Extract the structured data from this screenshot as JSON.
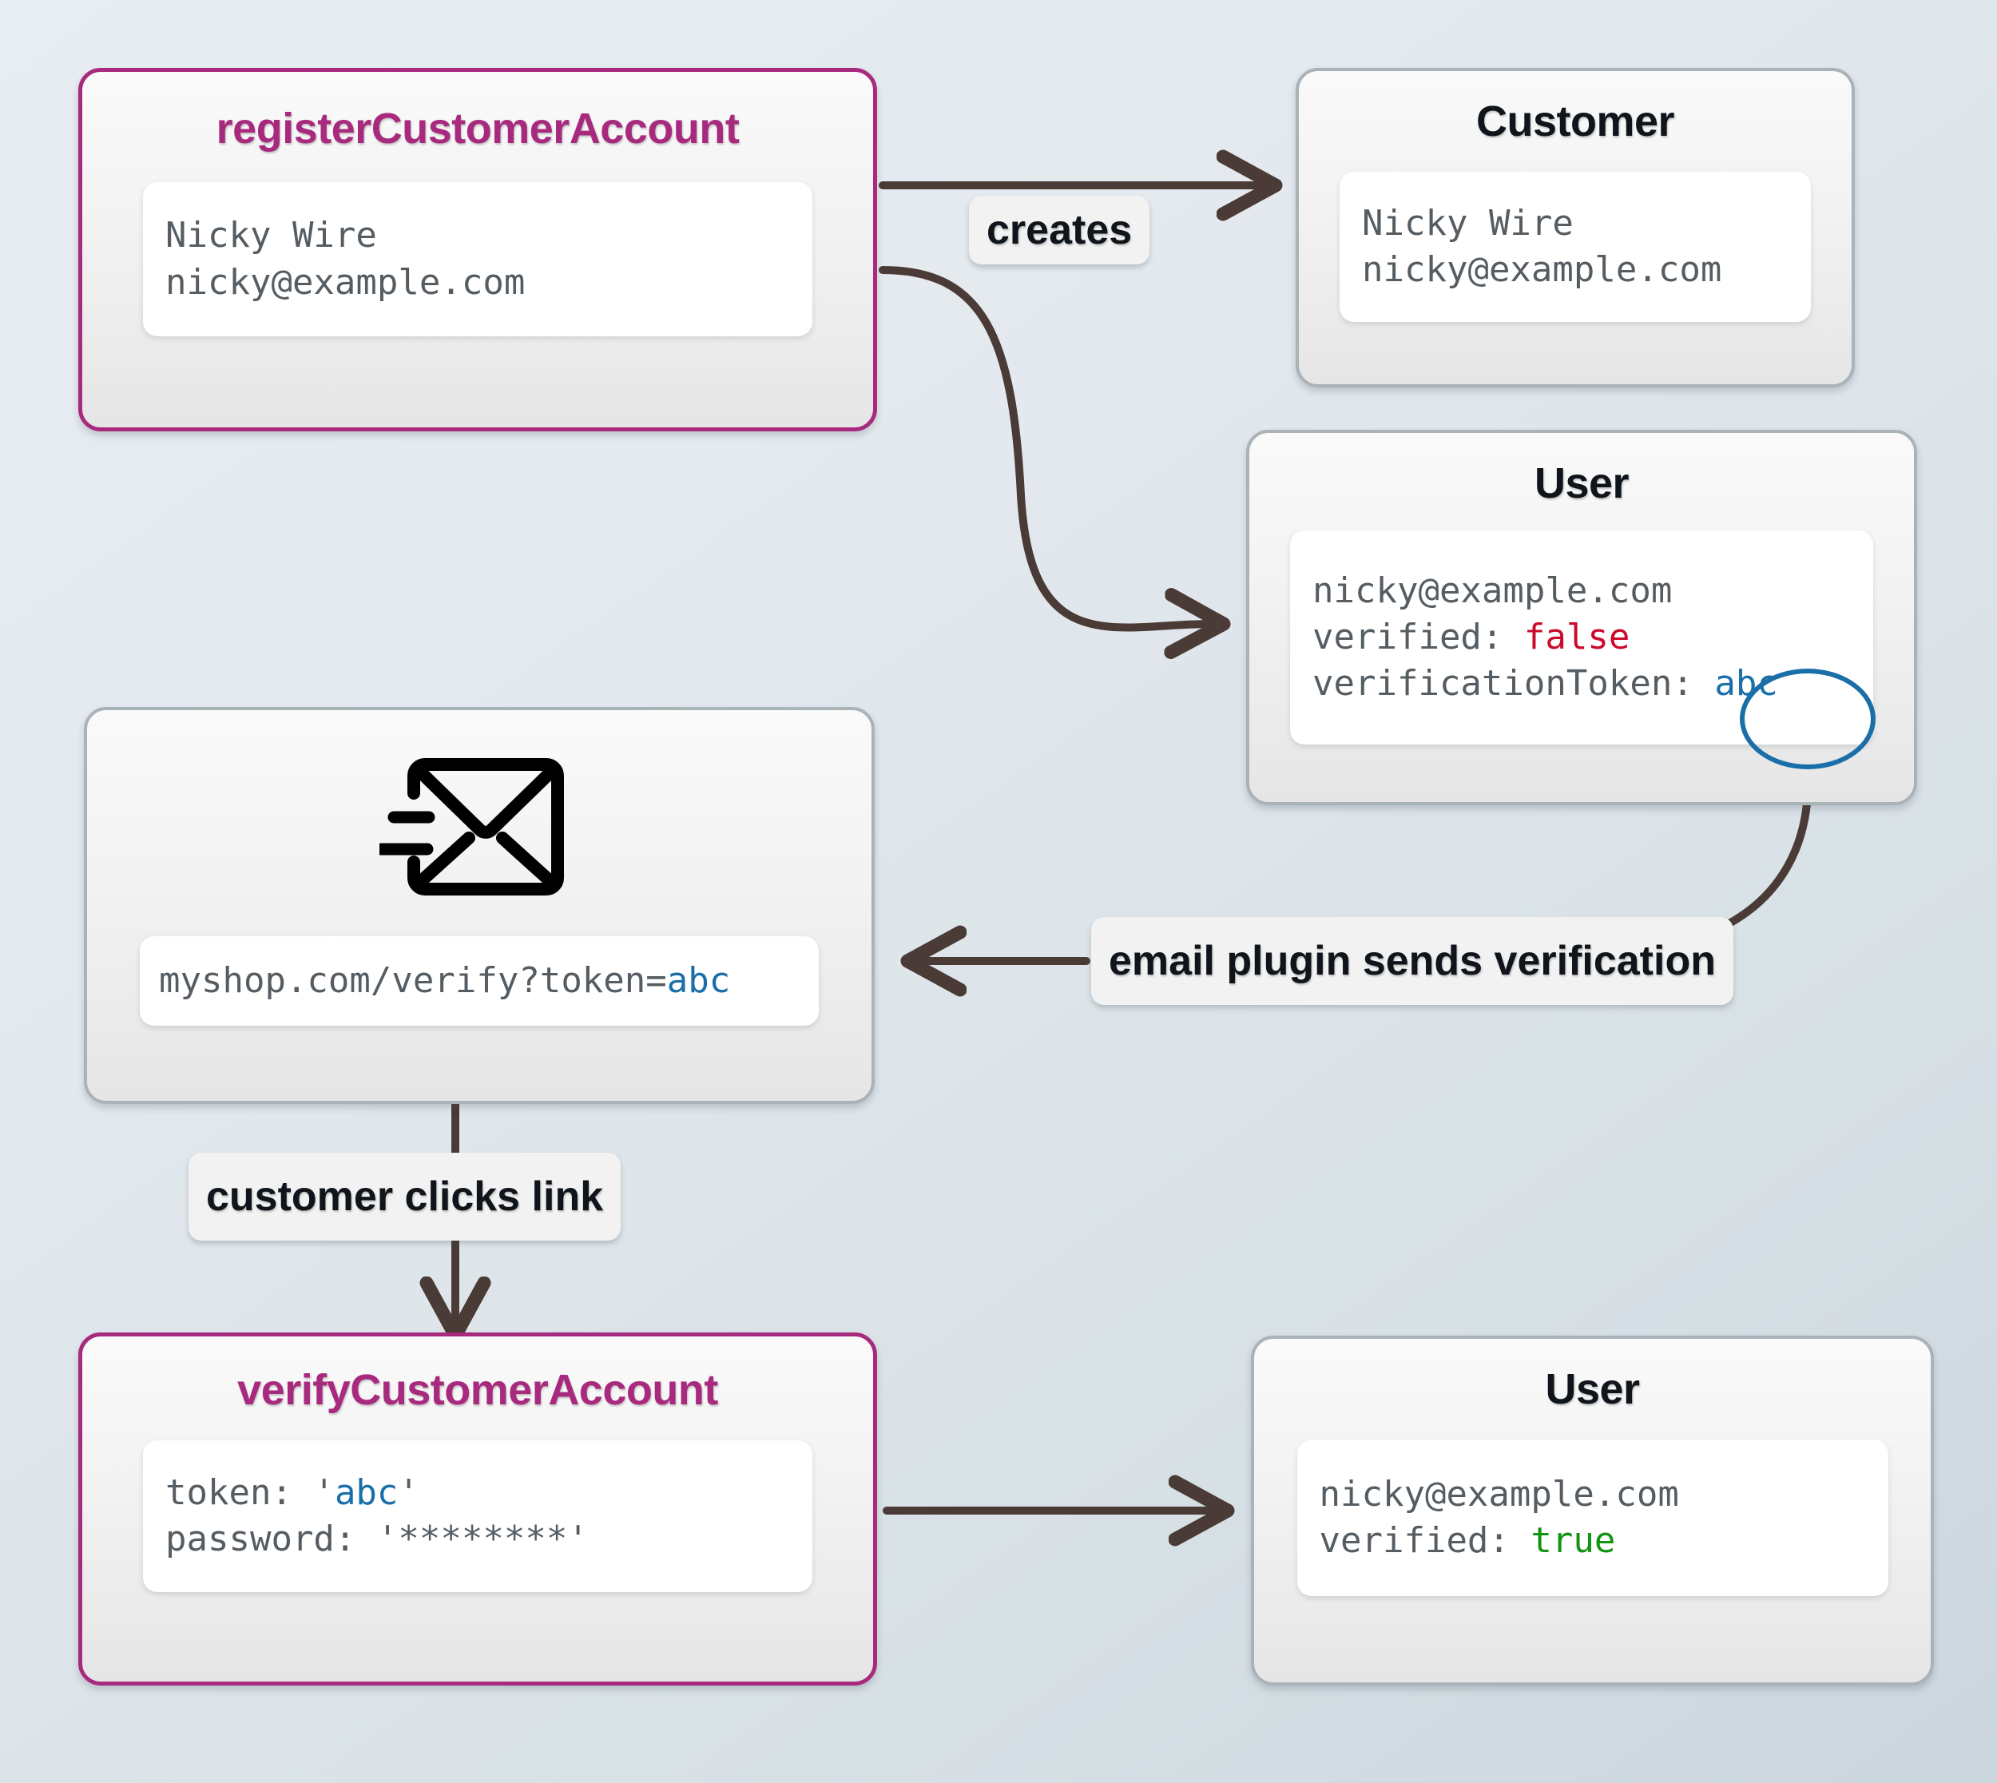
{
  "diagram": {
    "title": "customer account verification flow",
    "colors": {
      "accent_magenta": "#a82a7e",
      "node_border_gray": "#a9b3b8",
      "arrow_brown": "#4a3b37",
      "token_blue": "#1a6fa8",
      "false_red": "#cc0a2b",
      "true_green": "#119411",
      "background_top": "#e7edf1",
      "background_bottom": "#ccd6dd"
    }
  },
  "nodes": {
    "register": {
      "title": "registerCustomerAccount",
      "lines": [
        "Nicky Wire",
        "nicky@example.com"
      ]
    },
    "customer": {
      "title": "Customer",
      "lines": [
        "Nicky Wire",
        "nicky@example.com"
      ]
    },
    "user_unverified": {
      "title": "User",
      "line_email": "nicky@example.com",
      "line_verified_key": "verified: ",
      "line_verified_value": "false",
      "line_token_key": "verificationToken: ",
      "line_token_value": "abc"
    },
    "email": {
      "icon": "send-envelope-icon",
      "url_prefix": "myshop.com/verify?token=",
      "url_token": "abc"
    },
    "verify": {
      "title": "verifyCustomerAccount",
      "line_token_key": "token: ",
      "line_token_quote_open": "'",
      "line_token_value": "abc",
      "line_token_quote_close": "'",
      "line_password": "password: '********'"
    },
    "user_verified": {
      "title": "User",
      "line_email": "nicky@example.com",
      "line_verified_key": "verified: ",
      "line_verified_value": "true"
    }
  },
  "edges": {
    "creates": "creates",
    "email_plugin": "email plugin sends verification",
    "clicks_link": "customer clicks link"
  }
}
